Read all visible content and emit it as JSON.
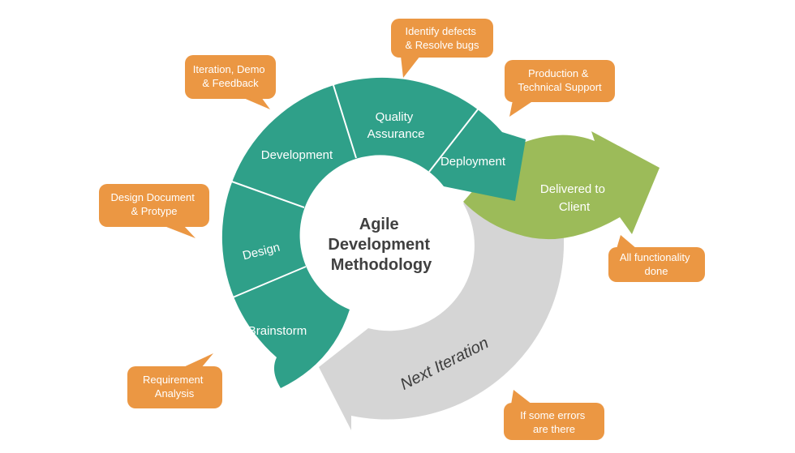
{
  "center_title": {
    "lines": [
      "Agile",
      "Development",
      "Methodology"
    ]
  },
  "ring": {
    "segments": [
      {
        "name": "brainstorm",
        "lines": [
          "Brainstorm"
        ]
      },
      {
        "name": "design",
        "lines": [
          "Design"
        ]
      },
      {
        "name": "development",
        "lines": [
          "Development"
        ]
      },
      {
        "name": "quality-assurance",
        "lines": [
          "Quality",
          "Assurance"
        ]
      },
      {
        "name": "deployment",
        "lines": [
          "Deployment"
        ]
      }
    ]
  },
  "arrows": {
    "delivered": {
      "lines": [
        "Delivered to",
        "Client"
      ]
    },
    "next_iteration": {
      "label": "Next Iteration"
    }
  },
  "callouts": [
    {
      "name": "iteration-demo-feedback",
      "lines": [
        "Iteration, Demo",
        "& Feedback"
      ]
    },
    {
      "name": "identify-defects",
      "lines": [
        "Identify defects",
        "& Resolve bugs"
      ]
    },
    {
      "name": "production-support",
      "lines": [
        "Production &",
        "Technical Support"
      ]
    },
    {
      "name": "design-document",
      "lines": [
        "Design Document",
        "& Protype"
      ]
    },
    {
      "name": "requirement-analysis",
      "lines": [
        "Requirement",
        "Analysis"
      ]
    },
    {
      "name": "all-functionality-done",
      "lines": [
        "All functionality",
        "done"
      ]
    },
    {
      "name": "if-some-errors",
      "lines": [
        "If some errors",
        "are there"
      ]
    }
  ],
  "colors": {
    "teal": "#2FA089",
    "orange": "#EB9743",
    "green": "#9CBB59",
    "gray": "#D5D5D5",
    "title_text": "#404040",
    "label_text": "#FFFFFF"
  }
}
